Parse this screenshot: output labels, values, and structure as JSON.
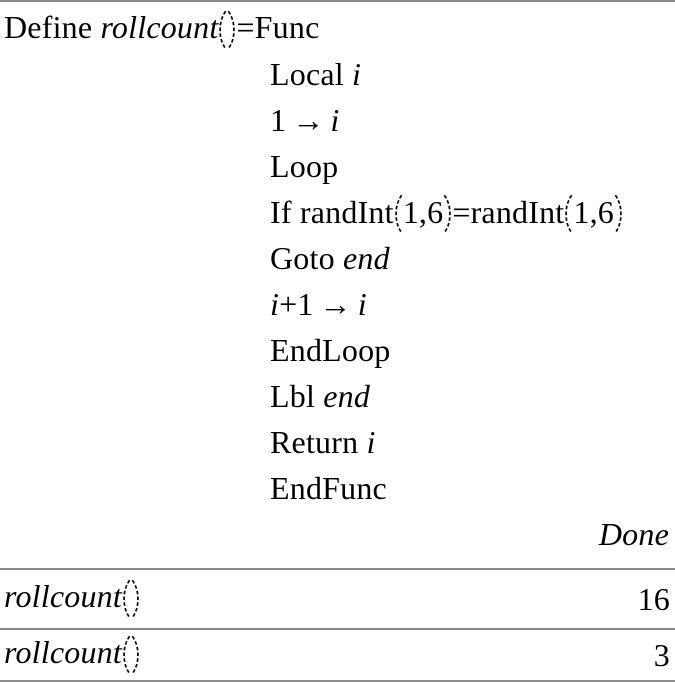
{
  "colors": {
    "background": "#ffffff",
    "text": "#000000",
    "separator": "#8c8c8c"
  },
  "icons": {
    "paren_open": "thin-stretchy-left-paren",
    "paren_close": "thin-stretchy-right-paren",
    "store_arrow": "→"
  },
  "define_entry": {
    "define_kw": "Define ",
    "func_name": "rollcount",
    "equals_func": "=Func",
    "local_kw": "Local ",
    "local_var": "i",
    "init_value": "1",
    "init_var": "i",
    "loop_kw": "Loop",
    "if_randint": "If randInt",
    "randint_args_1": "1,6",
    "equals_randint": "=randInt",
    "randint_args_2": "1,6",
    "goto_kw": "Goto ",
    "goto_label": "end",
    "incr_var": "i",
    "incr_plus_one": "+1",
    "incr_target_var": "i",
    "endloop_kw": "EndLoop",
    "lbl_kw": "Lbl ",
    "lbl_label": "end",
    "return_kw": "Return ",
    "return_var": "i",
    "endfunc_kw": "EndFunc",
    "result": "Done"
  },
  "call_entries": [
    {
      "func_name": "rollcount",
      "result": "16"
    },
    {
      "func_name": "rollcount",
      "result": "3"
    }
  ]
}
